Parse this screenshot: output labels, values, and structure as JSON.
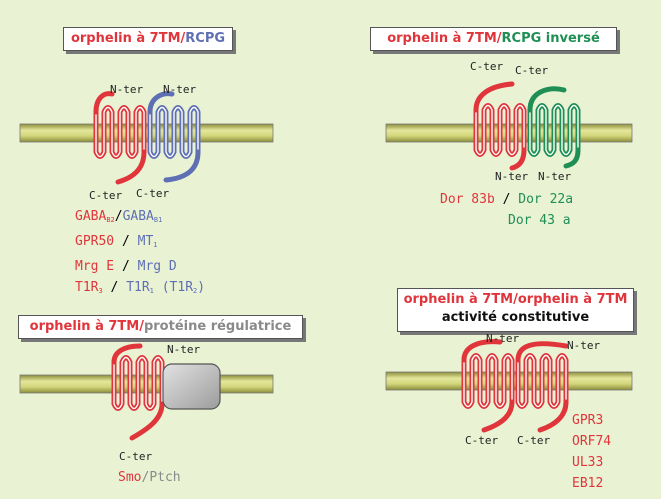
{
  "colors": {
    "red": "#e0353b",
    "blue": "#5f6fb4",
    "green": "#1f8f55",
    "grey": "#8a8a8a",
    "background": "#e9f3d4",
    "membrane": "#c9cc6a"
  },
  "panel1": {
    "title_a": "orphelin à 7TM",
    "title_sep": "/",
    "title_b": "RCPG",
    "nter_1": "N-ter",
    "nter_2": "N-ter",
    "cter_1": "C-ter",
    "cter_2": "C-ter",
    "row1_a": "GABA",
    "row1_a_sub": "B2",
    "row1_sep": "/",
    "row1_b": "GABA",
    "row1_b_sub": "B1",
    "row2_a": "GPR50",
    "row2_sep": " / ",
    "row2_b": "MT",
    "row2_b_sub": "1",
    "row3_a": "Mrg E",
    "row3_sep": " / ",
    "row3_b": "Mrg D",
    "row4_a": "T1R",
    "row4_a_sub": "3",
    "row4_sep": " / ",
    "row4_b": "T1R",
    "row4_b_sub": "1",
    "row4_c": " (T1R",
    "row4_c_sub": "2",
    "row4_d": ")"
  },
  "panel2": {
    "title_a": "orphelin à 7TM",
    "title_sep": "/",
    "title_b": "RCPG inversé",
    "cter_1": "C-ter",
    "cter_2": "C-ter",
    "nter_1": "N-ter",
    "nter_2": "N-ter",
    "row1_a": "Dor 83b",
    "row1_sep": " / ",
    "row1_b": "Dor 22a",
    "row2_b": "Dor 43 a"
  },
  "panel3": {
    "title_a": "orphelin à 7TM",
    "title_sep": "/",
    "title_b": "protéine régulatrice",
    "nter": "N-ter",
    "cter": "C-ter",
    "row_a": "Smo",
    "row_sep": "/",
    "row_b": "Ptch"
  },
  "panel4": {
    "title_line1": "orphelin à 7TM/orphelin à 7TM",
    "title_line2": "activité constitutive",
    "nter_1": "N-ter",
    "nter_2": "N-ter",
    "cter_1": "C-ter",
    "cter_2": "C-ter",
    "items": [
      "GPR3",
      "ORF74",
      "UL33",
      "EB12"
    ]
  }
}
